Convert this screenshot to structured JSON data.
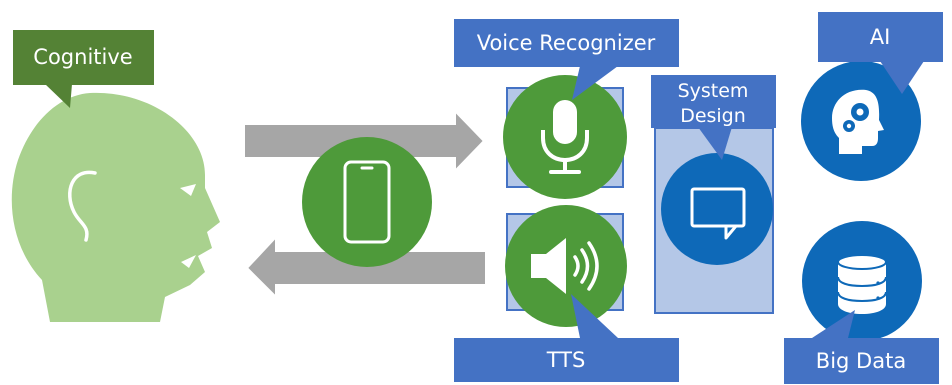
{
  "labels": {
    "cognitive": "Cognitive",
    "voice_recognizer": "Voice Recognizer",
    "system_design_line1": "System",
    "system_design_line2": "Design",
    "ai": "AI",
    "tts": "TTS",
    "big_data": "Big Data"
  },
  "colors": {
    "head_green": "#a9d18e",
    "dark_green": "#548235",
    "circle_green": "#4e9a3a",
    "blue": "#4472c4",
    "dark_blue": "#0e69b8",
    "light_blue": "#b4c7e7",
    "arrow_gray": "#a6a6a6"
  },
  "icons": [
    "head-icon",
    "ear-icon",
    "phone-icon",
    "microphone-icon",
    "speaker-icon",
    "chat-icon",
    "brain-gears-icon",
    "database-icon"
  ]
}
